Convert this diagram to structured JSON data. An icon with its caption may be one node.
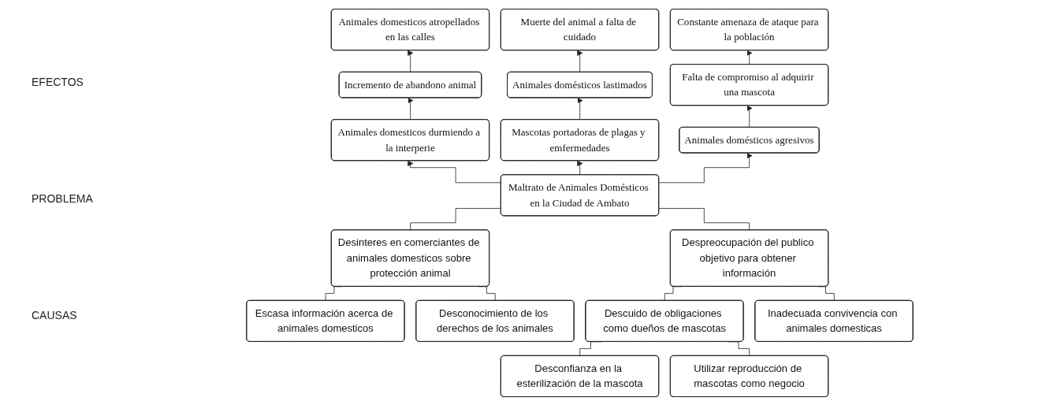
{
  "diagram": {
    "nodes": [
      {
        "text": [
          "Animales domesticos atropellados en las calles"
        ]
      },
      {
        "text": [
          "Muerte del animal a falta de cuidado"
        ]
      },
      {
        "text": [
          "Constante amenaza de ataque para la población"
        ]
      },
      {
        "text": [
          "Incremento de abandono animal"
        ]
      },
      {
        "text": [
          "Animales domésticos lastimados"
        ]
      },
      {
        "text": [
          "Falta de compromiso al adquirir una mascota"
        ]
      },
      {
        "text": [
          "Animales domesticos durmiendo a la interperie"
        ]
      },
      {
        "text": [
          "Mascotas portadoras de plagas y emfermedades"
        ]
      },
      {
        "text": [
          "Animales domésticos agresivos"
        ]
      },
      {
        "text": [
          "Maltrato de Animales Domésticos en la Ciudad de Ambato"
        ]
      },
      {
        "text": [
          "Desinteres en comerciantes de animales domesticos sobre protección animal"
        ]
      },
      {
        "text": [
          "Despreocupación del publico objetivo para obtener información"
        ]
      },
      {
        "text": [
          "Escasa información acerca de animales domesticos"
        ]
      },
      {
        "text": [
          "Desconocimiento de los derechos de los animales"
        ]
      },
      {
        "text": [
          "Descuido de obligaciones como dueños de mascotas"
        ]
      },
      {
        "text": [
          "Inadecuada convivencia con animales domesticas"
        ]
      },
      {
        "text": [
          "Desconfianza en la esterilización de la mascota"
        ]
      },
      {
        "text": [
          "Utilizar reproducción de mascotas como negocio"
        ]
      }
    ],
    "edges": [
      {
        "from": 9,
        "to": 6,
        "arrow": "to"
      },
      {
        "from": 9,
        "to": 7,
        "arrow": "to"
      },
      {
        "from": 9,
        "to": 8,
        "arrow": "to"
      },
      {
        "from": 6,
        "to": 3,
        "arrow": "to"
      },
      {
        "from": 3,
        "to": 0,
        "arrow": "to"
      },
      {
        "from": 7,
        "to": 4,
        "arrow": "to"
      },
      {
        "from": 4,
        "to": 1,
        "arrow": "to"
      },
      {
        "from": 8,
        "to": 5,
        "arrow": "to"
      },
      {
        "from": 5,
        "to": 2,
        "arrow": "to"
      },
      {
        "from": 9,
        "to": 10,
        "arrow": "none"
      },
      {
        "from": 9,
        "to": 11,
        "arrow": "none"
      },
      {
        "from": 10,
        "to": 12,
        "arrow": "none"
      },
      {
        "from": 10,
        "to": 13,
        "arrow": "none"
      },
      {
        "from": 11,
        "to": 14,
        "arrow": "none"
      },
      {
        "from": 11,
        "to": 15,
        "arrow": "none"
      },
      {
        "from": 14,
        "to": 16,
        "arrow": "none"
      },
      {
        "from": 14,
        "to": 17,
        "arrow": "none"
      }
    ],
    "labels": [
      "EFECTOS",
      "PROBLEMA",
      "CAUSAS"
    ]
  }
}
